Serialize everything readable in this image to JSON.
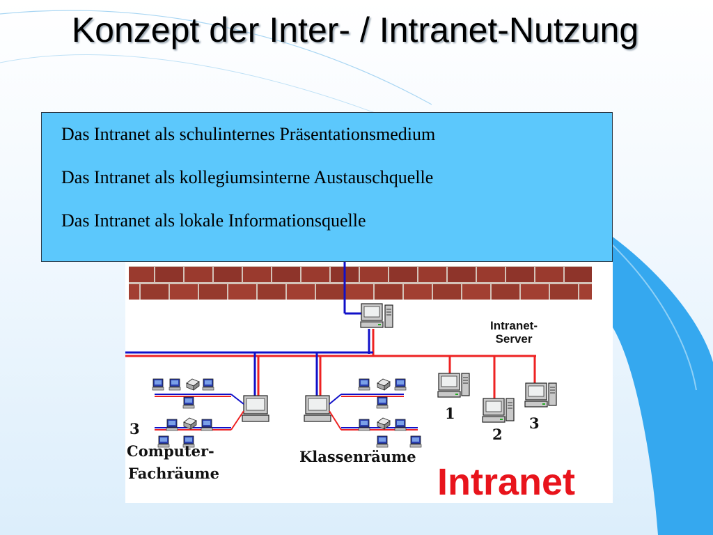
{
  "slide": {
    "title": "Konzept der Inter- / Intranet-Nutzung"
  },
  "info_box": {
    "items": [
      "Das Intranet als schulinternes Präsentationsmedium",
      "Das Intranet als kollegiumsinterne Austauschquelle",
      "Das Intranet als lokale Informationsquelle"
    ]
  },
  "diagram": {
    "server_label": "Intranet-Server",
    "room_3_number": "3",
    "computer_rooms_line1": "Computer-",
    "computer_rooms_line2": "Fachräume",
    "classrooms_label": "Klassenräume",
    "workstation_1": "1",
    "workstation_2": "2",
    "workstation_3": "3",
    "intranet_label": "Intranet"
  },
  "colors": {
    "info_box_bg": "#5cc8fc",
    "brick": "#9a3a2e",
    "network_blue": "#1010c8",
    "network_red": "#ee2222",
    "intranet_text": "#e8141c",
    "deco_blue": "#35a8ef"
  },
  "icons": [
    "computer-icon",
    "printer-icon",
    "brick-wall"
  ]
}
